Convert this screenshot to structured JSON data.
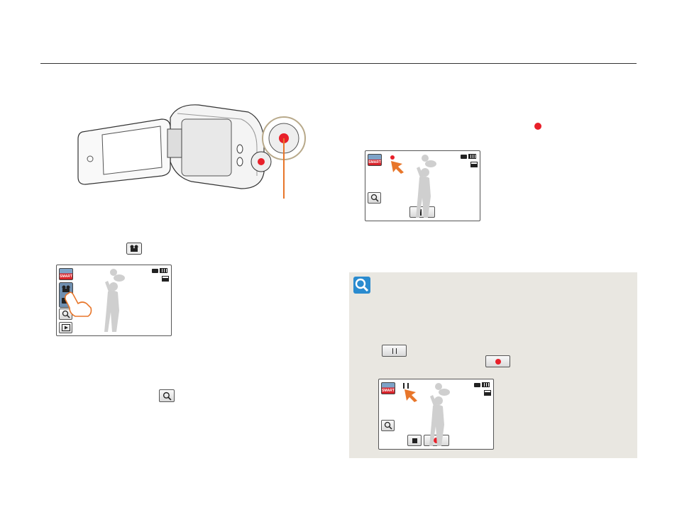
{
  "page": {
    "accent_color": "#e8202a",
    "tip_bg_color": "#e9e7e1",
    "tip_icon_color": "#2a8bcf"
  },
  "camcorder_figure": {
    "icons": [
      "camcorder-illustration",
      "record-button-callout"
    ]
  },
  "lcd_mode_select": {
    "smart_badge": "SMART",
    "icons": [
      "smart-auto-icon",
      "movie-mode-icon",
      "photo-mode-icon",
      "zoom-icon",
      "playback-icon",
      "memory-card-icon",
      "battery-icon",
      "hd-quality-icon",
      "touch-hand-icon"
    ]
  },
  "lcd_recording": {
    "smart_badge": "SMART",
    "icons": [
      "recording-dot-icon",
      "pointer-arrow-icon",
      "zoom-icon",
      "pause-icon",
      "memory-card-icon",
      "battery-icon",
      "hd-quality-icon"
    ]
  },
  "lcd_paused": {
    "smart_badge": "SMART",
    "icons": [
      "paused-indicator-icon",
      "pointer-arrow-icon",
      "zoom-icon",
      "stop-icon",
      "record-icon",
      "memory-card-icon",
      "battery-icon",
      "hd-quality-icon"
    ]
  },
  "inline_icons": [
    "movie-mode-icon",
    "zoom-icon",
    "record-dot-icon",
    "pause-button-icon",
    "record-button-icon"
  ],
  "tip": {
    "icon": "magnifier-tip-icon"
  }
}
